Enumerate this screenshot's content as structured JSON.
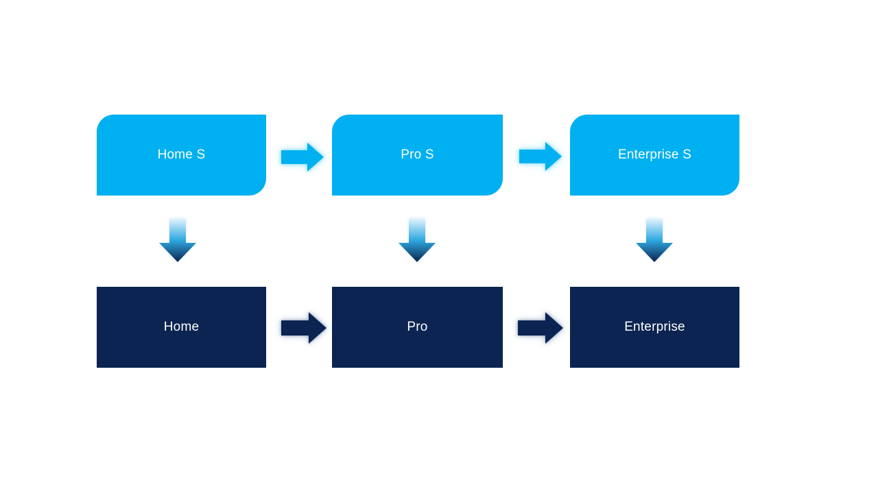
{
  "slide": {
    "background": "#FFFFFF",
    "colors": {
      "top_box_fill": "#00B0F0",
      "bottom_box_fill": "#0B2451",
      "label_text": "#FFFFFF",
      "down_arrow_gradient_top": "#E6F5FD",
      "down_arrow_gradient_mid": "#2FA9E1",
      "down_arrow_gradient_bottom": "#0A234D"
    },
    "top_row": [
      {
        "label": "Home S"
      },
      {
        "label": "Pro S"
      },
      {
        "label": "Enterprise S"
      }
    ],
    "bottom_row": [
      {
        "label": "Home"
      },
      {
        "label": "Pro"
      },
      {
        "label": "Enterprise"
      }
    ]
  }
}
